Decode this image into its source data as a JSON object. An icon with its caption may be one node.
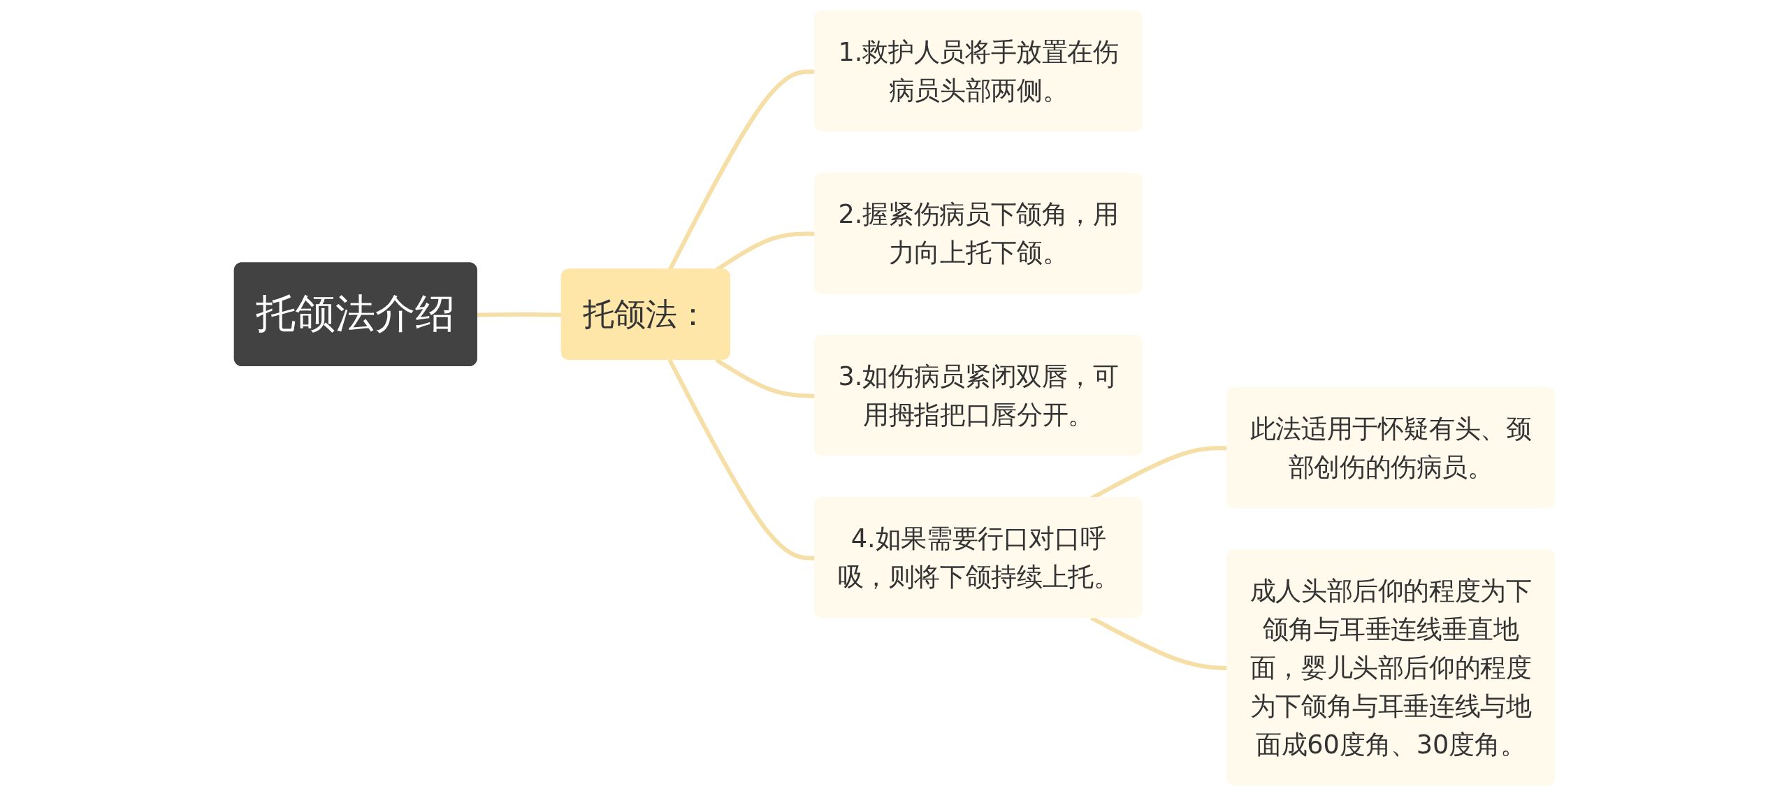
{
  "diagram": {
    "nodes": [
      {
        "text": [
          "托颌法介绍"
        ]
      },
      {
        "text": [
          "托颌法："
        ]
      },
      {
        "text": [
          "1.救护人员将手放置在伤病员头部两侧。"
        ]
      },
      {
        "text": [
          "2.握紧伤病员下颌角，用力向上托下颌。"
        ]
      },
      {
        "text": [
          "3.如伤病员紧闭双唇，可用拇指把口唇分开。"
        ]
      },
      {
        "text": [
          "4.如果需要行口对口呼吸，则将下颌持续上托。"
        ]
      },
      {
        "text": [
          "此法适用于怀疑有头、颈部创伤的伤病员。"
        ]
      },
      {
        "text": [
          "成人头部后仰的程度为下颌角与耳垂连线垂直地面，婴儿头部后仰的程度为下颌角与耳垂连线与地面成60度角、30度角。"
        ]
      }
    ],
    "edges": [
      {
        "from": 0,
        "to": 1,
        "arrow": "none"
      },
      {
        "from": 1,
        "to": 2,
        "arrow": "none"
      },
      {
        "from": 1,
        "to": 3,
        "arrow": "none"
      },
      {
        "from": 1,
        "to": 4,
        "arrow": "none"
      },
      {
        "from": 1,
        "to": 5,
        "arrow": "none"
      },
      {
        "from": 5,
        "to": 6,
        "arrow": "none"
      },
      {
        "from": 5,
        "to": 7,
        "arrow": "none"
      }
    ]
  }
}
